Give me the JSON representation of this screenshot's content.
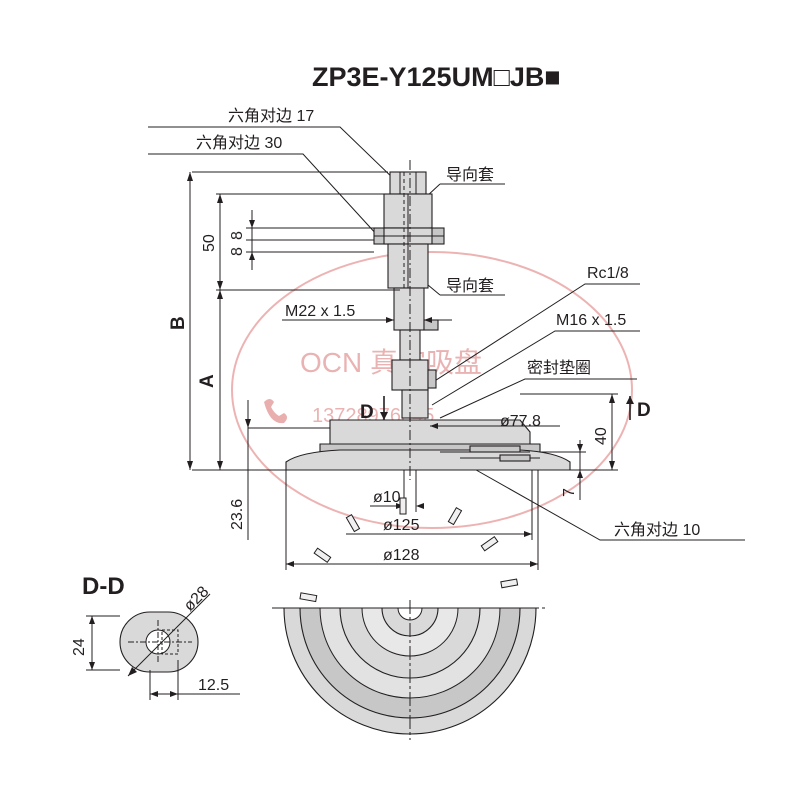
{
  "title": "ZP3E-Y125UM□JB■",
  "callouts": {
    "hex17": "六角对边 17",
    "hex30": "六角对边 30",
    "guide_sleeve_top": "导向套",
    "guide_sleeve_mid": "导向套",
    "rc": "Rc1/8",
    "m16": "M16 x 1.5",
    "seal": "密封垫圈",
    "hex10": "六角对边 10"
  },
  "dimensions": {
    "d50": "50",
    "d88a": "8",
    "d88b": "8",
    "m22": "M22 x 1.5",
    "label_b": "B",
    "label_a": "A",
    "d_left": "D",
    "d_right": "D",
    "d778": "ø77.8",
    "d40": "40",
    "d7": "7",
    "d236": "23.6",
    "d10": "ø10",
    "d125": "ø125",
    "d128": "ø128"
  },
  "section": {
    "label": "D-D",
    "d28": "ø28",
    "d24": "24",
    "d125": "12.5"
  },
  "watermark": {
    "company": "OCN 真空吸盘",
    "phone": "13728976345"
  },
  "colors": {
    "line": "#231f20",
    "part_fill": "#d9d9d9",
    "watermark": "#e49a9a"
  }
}
